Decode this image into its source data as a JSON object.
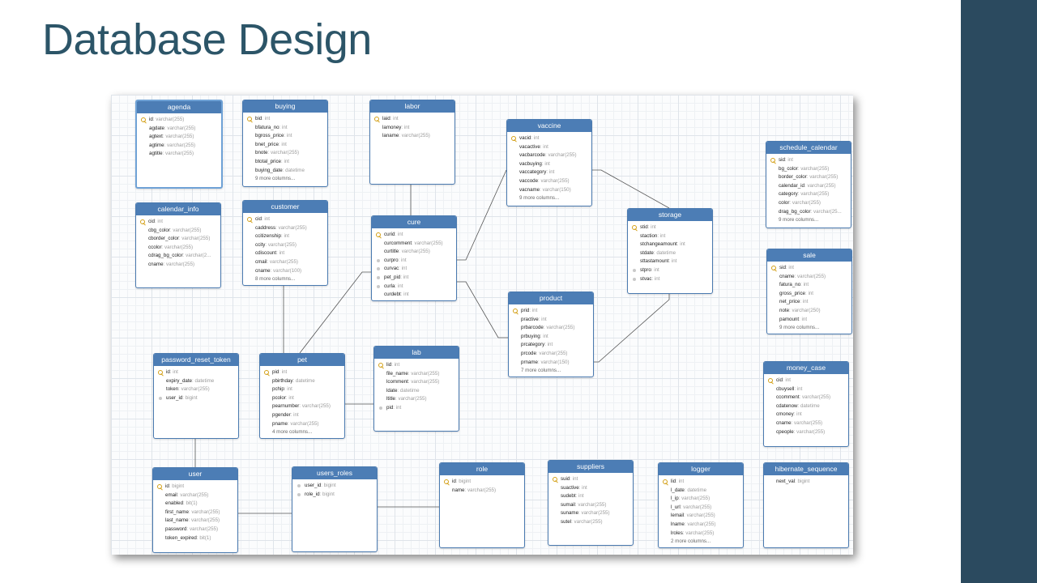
{
  "slide": {
    "title": "Database Design"
  },
  "tables": [
    {
      "name": "agenda",
      "selected": true,
      "columns": [
        {
          "name": "id",
          "type": "varchar(255)",
          "key": "pk"
        },
        {
          "name": "agdate",
          "type": "varchar(255)"
        },
        {
          "name": "agtext",
          "type": "varchar(255)"
        },
        {
          "name": "agtime",
          "type": "varchar(255)"
        },
        {
          "name": "agtitle",
          "type": "varchar(255)"
        }
      ]
    },
    {
      "name": "buying",
      "columns": [
        {
          "name": "bid",
          "type": "int",
          "key": "pk"
        },
        {
          "name": "bfatura_no",
          "type": "int"
        },
        {
          "name": "bgross_price",
          "type": "int"
        },
        {
          "name": "bnet_price",
          "type": "int"
        },
        {
          "name": "bnote",
          "type": "varchar(255)"
        },
        {
          "name": "btotal_price",
          "type": "int"
        },
        {
          "name": "buying_date",
          "type": "datetime"
        }
      ],
      "more": "9 more columns..."
    },
    {
      "name": "labor",
      "columns": [
        {
          "name": "laid",
          "type": "int",
          "key": "pk"
        },
        {
          "name": "lamoney",
          "type": "int"
        },
        {
          "name": "laname",
          "type": "varchar(255)"
        }
      ]
    },
    {
      "name": "vaccine",
      "columns": [
        {
          "name": "vacid",
          "type": "int",
          "key": "pk"
        },
        {
          "name": "vacactive",
          "type": "int"
        },
        {
          "name": "vacbarcode",
          "type": "varchar(255)"
        },
        {
          "name": "vacbuying",
          "type": "int"
        },
        {
          "name": "vaccategory",
          "type": "int"
        },
        {
          "name": "vaccode",
          "type": "varchar(255)"
        },
        {
          "name": "vacname",
          "type": "varchar(150)"
        }
      ],
      "more": "9 more columns..."
    },
    {
      "name": "schedule_calendar",
      "columns": [
        {
          "name": "sid",
          "type": "int",
          "key": "pk"
        },
        {
          "name": "bg_color",
          "type": "varchar(255)"
        },
        {
          "name": "border_color",
          "type": "varchar(255)"
        },
        {
          "name": "calendar_id",
          "type": "varchar(255)"
        },
        {
          "name": "category",
          "type": "varchar(255)"
        },
        {
          "name": "color",
          "type": "varchar(255)"
        },
        {
          "name": "drag_bg_color",
          "type": "varchar(25..."
        }
      ],
      "more": "9 more columns..."
    },
    {
      "name": "calendar_info",
      "columns": [
        {
          "name": "cid",
          "type": "int",
          "key": "pk"
        },
        {
          "name": "cbg_color",
          "type": "varchar(255)"
        },
        {
          "name": "cborder_color",
          "type": "varchar(255)"
        },
        {
          "name": "ccolor",
          "type": "varchar(255)"
        },
        {
          "name": "cdrag_bg_color",
          "type": "varchar(2..."
        },
        {
          "name": "cname",
          "type": "varchar(255)"
        }
      ]
    },
    {
      "name": "customer",
      "columns": [
        {
          "name": "cid",
          "type": "int",
          "key": "pk"
        },
        {
          "name": "caddress",
          "type": "varchar(255)"
        },
        {
          "name": "ccitizenship",
          "type": "int"
        },
        {
          "name": "ccity",
          "type": "varchar(255)"
        },
        {
          "name": "cdiscount",
          "type": "int"
        },
        {
          "name": "cmail",
          "type": "varchar(255)"
        },
        {
          "name": "cname",
          "type": "varchar(100)"
        }
      ],
      "more": "8 more columns..."
    },
    {
      "name": "cure",
      "columns": [
        {
          "name": "curid",
          "type": "int",
          "key": "pk"
        },
        {
          "name": "curcomment",
          "type": "varchar(255)"
        },
        {
          "name": "curtitle",
          "type": "varchar(255)"
        },
        {
          "name": "curpro",
          "type": "int",
          "key": "fk"
        },
        {
          "name": "curvac",
          "type": "int",
          "key": "fk"
        },
        {
          "name": "pet_pid",
          "type": "int",
          "key": "fk"
        },
        {
          "name": "curla",
          "type": "int",
          "key": "fk"
        },
        {
          "name": "curdebt",
          "type": "int"
        }
      ]
    },
    {
      "name": "storage",
      "columns": [
        {
          "name": "stid",
          "type": "int",
          "key": "pk"
        },
        {
          "name": "staction",
          "type": "int"
        },
        {
          "name": "stchangeamount",
          "type": "int"
        },
        {
          "name": "stdate",
          "type": "datetime"
        },
        {
          "name": "sttastamount",
          "type": "int"
        },
        {
          "name": "stpro",
          "type": "int",
          "key": "fk"
        },
        {
          "name": "stvac",
          "type": "int",
          "key": "fk"
        }
      ]
    },
    {
      "name": "sale",
      "columns": [
        {
          "name": "sid",
          "type": "int",
          "key": "pk"
        },
        {
          "name": "cname",
          "type": "varchar(255)"
        },
        {
          "name": "fatura_no",
          "type": "int"
        },
        {
          "name": "gross_price",
          "type": "int"
        },
        {
          "name": "net_price",
          "type": "int"
        },
        {
          "name": "note",
          "type": "varchar(250)"
        },
        {
          "name": "pamount",
          "type": "int"
        }
      ],
      "more": "9 more columns..."
    },
    {
      "name": "product",
      "columns": [
        {
          "name": "prid",
          "type": "int",
          "key": "pk"
        },
        {
          "name": "practive",
          "type": "int"
        },
        {
          "name": "prbarcode",
          "type": "varchar(255)"
        },
        {
          "name": "prbuying",
          "type": "int"
        },
        {
          "name": "prcategory",
          "type": "int"
        },
        {
          "name": "prcode",
          "type": "varchar(255)"
        },
        {
          "name": "prname",
          "type": "varchar(150)"
        }
      ],
      "more": "7 more columns..."
    },
    {
      "name": "password_reset_token",
      "columns": [
        {
          "name": "id",
          "type": "int",
          "key": "pk"
        },
        {
          "name": "expiry_date",
          "type": "datetime"
        },
        {
          "name": "token",
          "type": "varchar(255)"
        },
        {
          "name": "user_id",
          "type": "bigint",
          "key": "fk"
        }
      ]
    },
    {
      "name": "pet",
      "columns": [
        {
          "name": "pid",
          "type": "int",
          "key": "pk"
        },
        {
          "name": "pbirthday",
          "type": "datetime"
        },
        {
          "name": "pchip",
          "type": "int"
        },
        {
          "name": "pcolor",
          "type": "int"
        },
        {
          "name": "pearnumber",
          "type": "varchar(255)"
        },
        {
          "name": "pgender",
          "type": "int"
        },
        {
          "name": "pname",
          "type": "varchar(255)"
        }
      ],
      "more": "4 more columns..."
    },
    {
      "name": "lab",
      "columns": [
        {
          "name": "lid",
          "type": "int",
          "key": "pk"
        },
        {
          "name": "file_name",
          "type": "varchar(255)"
        },
        {
          "name": "lcomment",
          "type": "varchar(255)"
        },
        {
          "name": "ldate",
          "type": "datetime"
        },
        {
          "name": "ltitle",
          "type": "varchar(255)"
        },
        {
          "name": "pid",
          "type": "int",
          "key": "fk"
        }
      ]
    },
    {
      "name": "money_case",
      "columns": [
        {
          "name": "cid",
          "type": "int",
          "key": "pk"
        },
        {
          "name": "cbuysell",
          "type": "int"
        },
        {
          "name": "ccomment",
          "type": "varchar(255)"
        },
        {
          "name": "cdatenow",
          "type": "datetime"
        },
        {
          "name": "cmoney",
          "type": "int"
        },
        {
          "name": "cname",
          "type": "varchar(255)"
        },
        {
          "name": "cpeople",
          "type": "varchar(255)"
        }
      ]
    },
    {
      "name": "user",
      "columns": [
        {
          "name": "id",
          "type": "bigint",
          "key": "pk"
        },
        {
          "name": "email",
          "type": "varchar(255)"
        },
        {
          "name": "enabled",
          "type": "bit(1)"
        },
        {
          "name": "first_name",
          "type": "varchar(255)"
        },
        {
          "name": "last_name",
          "type": "varchar(255)"
        },
        {
          "name": "password",
          "type": "varchar(255)"
        },
        {
          "name": "token_expired",
          "type": "bit(1)"
        }
      ]
    },
    {
      "name": "users_roles",
      "columns": [
        {
          "name": "user_id",
          "type": "bigint",
          "key": "fk"
        },
        {
          "name": "role_id",
          "type": "bigint",
          "key": "fk"
        }
      ]
    },
    {
      "name": "role",
      "columns": [
        {
          "name": "id",
          "type": "bigint",
          "key": "pk"
        },
        {
          "name": "name",
          "type": "varchar(255)"
        }
      ]
    },
    {
      "name": "suppliers",
      "columns": [
        {
          "name": "suid",
          "type": "int",
          "key": "pk"
        },
        {
          "name": "suactive",
          "type": "int"
        },
        {
          "name": "sudebt",
          "type": "int"
        },
        {
          "name": "sumail",
          "type": "varchar(255)"
        },
        {
          "name": "suname",
          "type": "varchar(255)"
        },
        {
          "name": "sutel",
          "type": "varchar(255)"
        }
      ]
    },
    {
      "name": "logger",
      "columns": [
        {
          "name": "lid",
          "type": "int",
          "key": "pk"
        },
        {
          "name": "l_date",
          "type": "datetime"
        },
        {
          "name": "l_ip",
          "type": "varchar(255)"
        },
        {
          "name": "l_url",
          "type": "varchar(255)"
        },
        {
          "name": "lemail",
          "type": "varchar(255)"
        },
        {
          "name": "lname",
          "type": "varchar(255)"
        },
        {
          "name": "lroles",
          "type": "varchar(255)"
        }
      ],
      "more": "2 more columns..."
    },
    {
      "name": "hibernate_sequence",
      "columns": [
        {
          "name": "next_val",
          "type": "bigint"
        }
      ]
    }
  ],
  "relations": [
    [
      "cure",
      "labor"
    ],
    [
      "cure",
      "vaccine"
    ],
    [
      "cure",
      "product"
    ],
    [
      "cure",
      "pet"
    ],
    [
      "storage",
      "vaccine"
    ],
    [
      "storage",
      "product"
    ],
    [
      "customer",
      "pet"
    ],
    [
      "pet",
      "lab"
    ],
    [
      "password_reset_token",
      "user"
    ],
    [
      "user",
      "users_roles"
    ],
    [
      "users_roles",
      "role"
    ]
  ],
  "colors": {
    "header": "#4c7db5",
    "border": "#4a7ab0",
    "title": "#2c5568",
    "sidebar": "#2b4a5f",
    "line": "#555555"
  }
}
